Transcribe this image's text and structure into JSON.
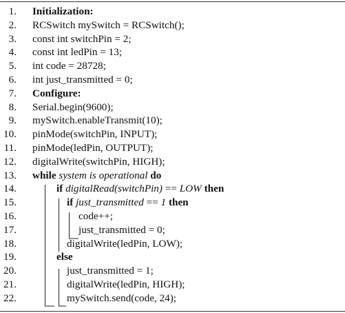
{
  "lines": [
    {
      "num": "1.",
      "parts": [
        {
          "t": "Initialization:",
          "s": "b"
        }
      ]
    },
    {
      "num": "2.",
      "parts": [
        {
          "t": "RCSwitch mySwitch = RCSwitch();"
        }
      ]
    },
    {
      "num": "3.",
      "parts": [
        {
          "t": "const int switchPin = 2;"
        }
      ]
    },
    {
      "num": "4.",
      "parts": [
        {
          "t": "const int ledPin = 13;"
        }
      ]
    },
    {
      "num": "5.",
      "parts": [
        {
          "t": "int code = 28728;"
        }
      ]
    },
    {
      "num": "6.",
      "parts": [
        {
          "t": "int just_transmitted = 0;"
        }
      ]
    },
    {
      "num": "7.",
      "parts": [
        {
          "t": "Configure:",
          "s": "b"
        }
      ]
    },
    {
      "num": "8.",
      "parts": [
        {
          "t": "Serial.begin(9600);"
        }
      ]
    },
    {
      "num": "9.",
      "parts": [
        {
          "t": "mySwitch.enableTransmit(10);"
        }
      ]
    },
    {
      "num": "10.",
      "parts": [
        {
          "t": "pinMode(switchPin, INPUT);"
        }
      ]
    },
    {
      "num": "11.",
      "parts": [
        {
          "t": "pinMode(ledPin, OUTPUT);"
        }
      ]
    },
    {
      "num": "12.",
      "parts": [
        {
          "t": "digitalWrite(switchPin, HIGH);"
        }
      ]
    },
    {
      "num": "13.",
      "parts": [
        {
          "t": "while",
          "s": "b"
        },
        {
          "t": " "
        },
        {
          "t": "system is operational",
          "s": "i"
        },
        {
          "t": " "
        },
        {
          "t": "do",
          "s": "b"
        }
      ]
    },
    {
      "num": "14.",
      "parts": [
        {
          "t": "if",
          "s": "b"
        },
        {
          "t": " "
        },
        {
          "t": "digitalRead(switchPin)",
          "s": "i"
        },
        {
          "t": " == "
        },
        {
          "t": "LOW",
          "s": "i"
        },
        {
          "t": " "
        },
        {
          "t": "then",
          "s": "b"
        }
      ]
    },
    {
      "num": "15.",
      "parts": [
        {
          "t": "if",
          "s": "b"
        },
        {
          "t": " "
        },
        {
          "t": "just_transmitted",
          "s": "i"
        },
        {
          "t": " == "
        },
        {
          "t": "1",
          "s": "i"
        },
        {
          "t": " "
        },
        {
          "t": "then",
          "s": "b"
        }
      ]
    },
    {
      "num": "16.",
      "parts": [
        {
          "t": "code++;"
        }
      ]
    },
    {
      "num": "17.",
      "parts": [
        {
          "t": "just_transmitted = 0;"
        }
      ]
    },
    {
      "num": "18.",
      "parts": [
        {
          "t": "digitalWrite(ledPin, LOW);"
        }
      ]
    },
    {
      "num": "19.",
      "parts": [
        {
          "t": "else",
          "s": "b"
        }
      ]
    },
    {
      "num": "20.",
      "parts": [
        {
          "t": "just_transmitted = 1;"
        }
      ]
    },
    {
      "num": "21.",
      "parts": [
        {
          "t": "digitalWrite(ledPin, HIGH);"
        }
      ]
    },
    {
      "num": "22.",
      "parts": [
        {
          "t": "mySwitch.send(code, 24);"
        }
      ]
    }
  ]
}
